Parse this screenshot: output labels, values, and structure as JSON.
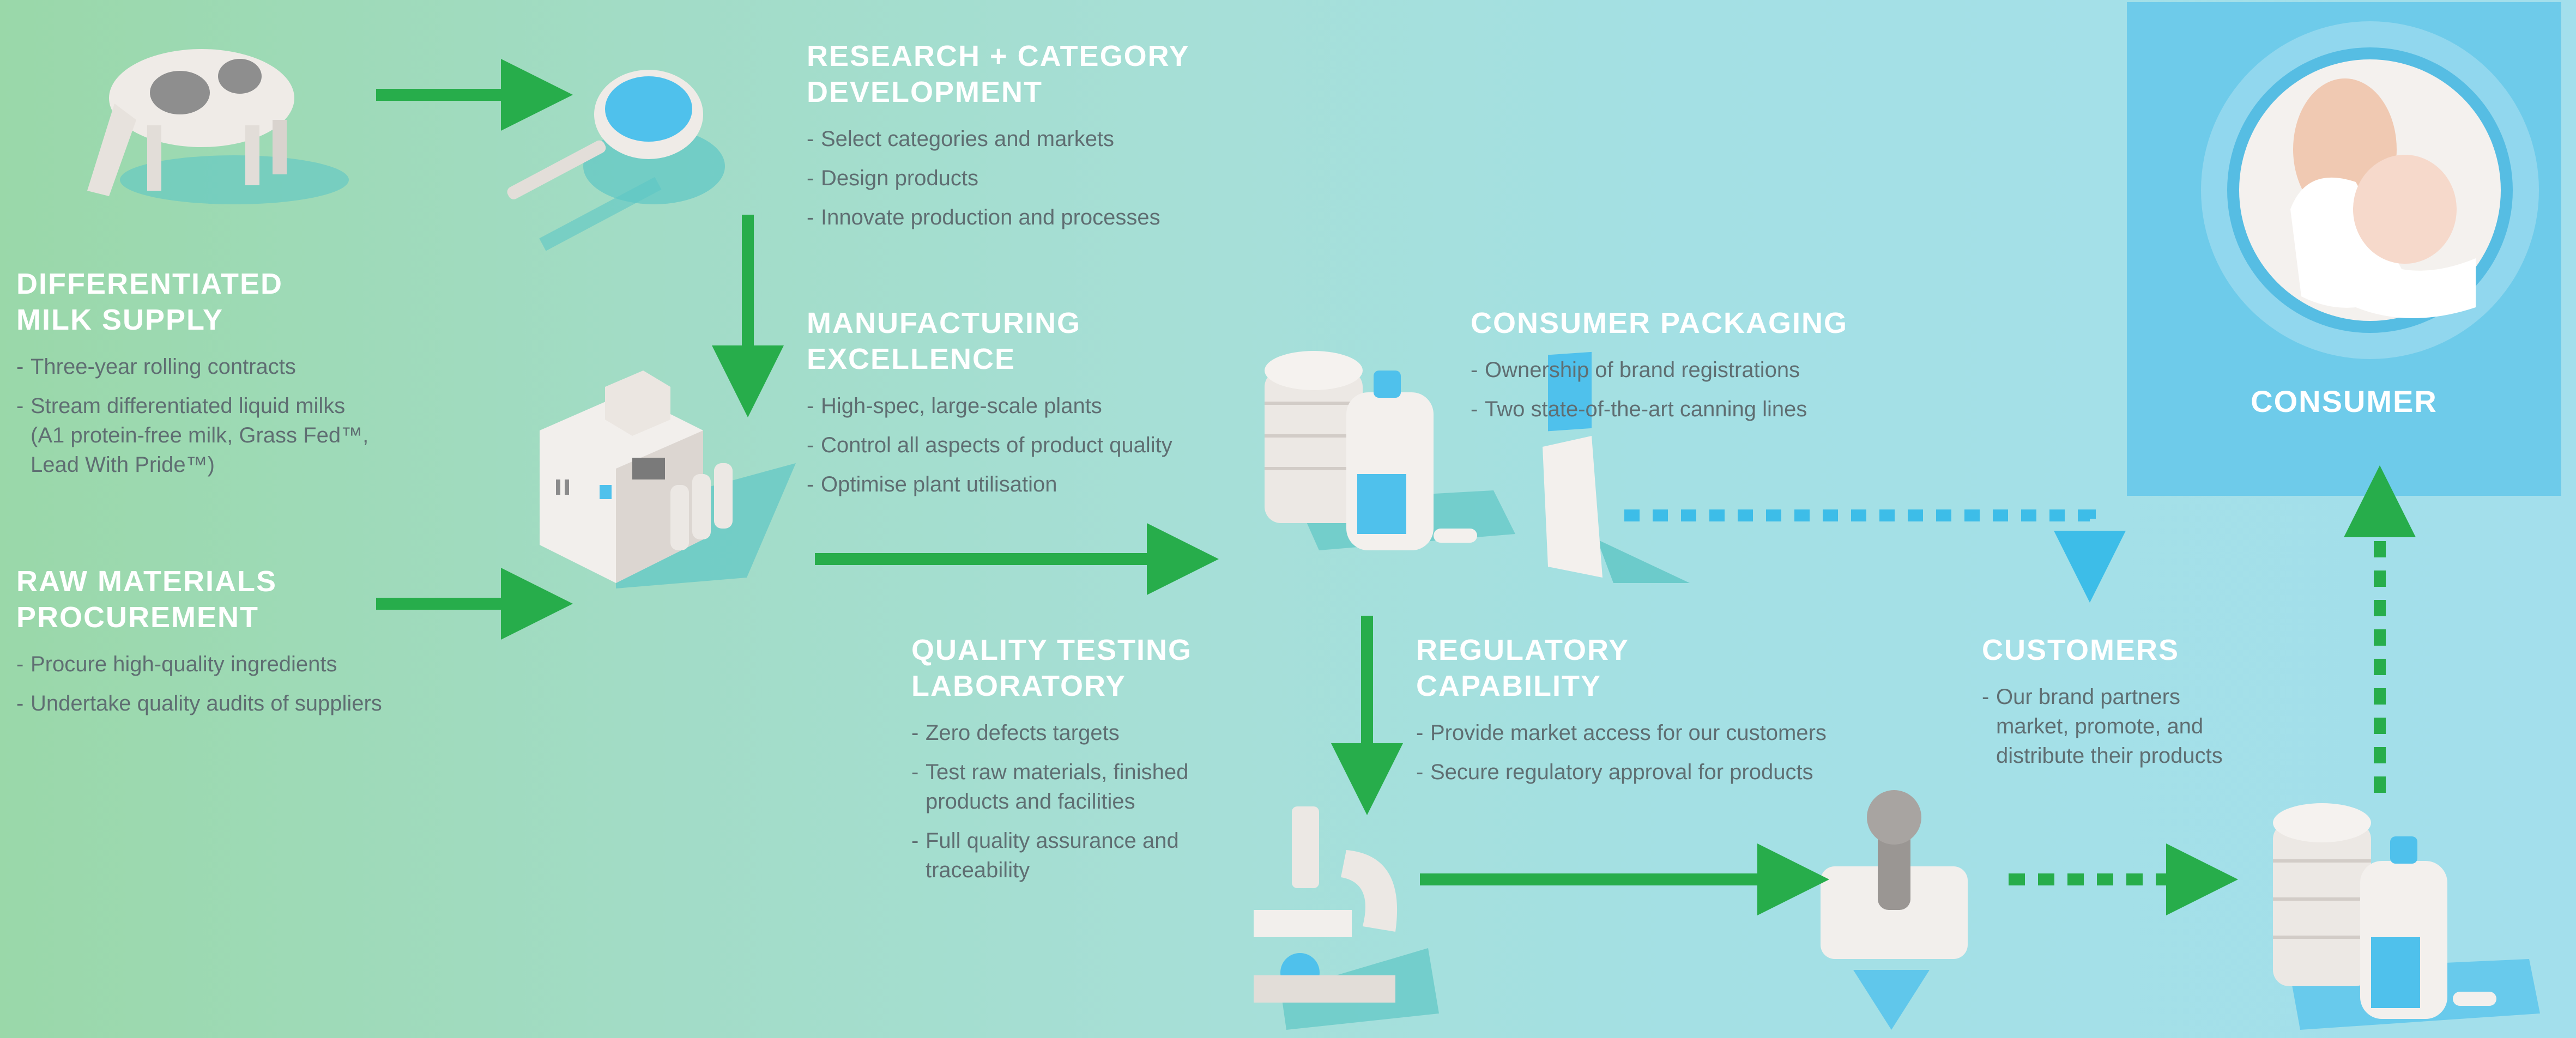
{
  "colors": {
    "arrow_green": "#27ad4b",
    "arrow_blue": "#3dbde8",
    "heading_text": "#ffffff",
    "body_text": "#5f6e72",
    "consumer_panel": "#6ecbea"
  },
  "sections": {
    "milk_supply": {
      "title": "DIFFERENTIATED\nMILK SUPPLY",
      "bullets": [
        "Three-year rolling contracts",
        "Stream differentiated liquid milks\n(A1 protein-free milk, Grass Fed™,\nLead With Pride™)"
      ]
    },
    "raw_materials": {
      "title": "RAW MATERIALS\nPROCUREMENT",
      "bullets": [
        "Procure high-quality ingredients",
        "Undertake quality audits of suppliers"
      ]
    },
    "research": {
      "title": "RESEARCH + CATEGORY\nDEVELOPMENT",
      "bullets": [
        "Select categories and markets",
        "Design products",
        "Innovate production and processes"
      ]
    },
    "manufacturing": {
      "title": "MANUFACTURING\nEXCELLENCE",
      "bullets": [
        "High-spec, large-scale plants",
        "Control all aspects of product quality",
        "Optimise plant utilisation"
      ]
    },
    "packaging": {
      "title": "CONSUMER PACKAGING",
      "bullets": [
        "Ownership of brand registrations",
        "Two state-of-the-art canning lines"
      ]
    },
    "quality": {
      "title": "QUALITY TESTING\nLABORATORY",
      "bullets": [
        "Zero defects targets",
        "Test raw materials, finished\nproducts and facilities",
        "Full quality assurance and\ntraceability"
      ]
    },
    "regulatory": {
      "title": "REGULATORY\nCAPABILITY",
      "bullets": [
        "Provide market access for our customers",
        "Secure regulatory approval for products"
      ]
    },
    "customers": {
      "title": "CUSTOMERS",
      "bullets": [
        "Our brand partners\nmarket, promote, and\ndistribute their products"
      ]
    },
    "consumer": {
      "title": "CONSUMER"
    }
  }
}
